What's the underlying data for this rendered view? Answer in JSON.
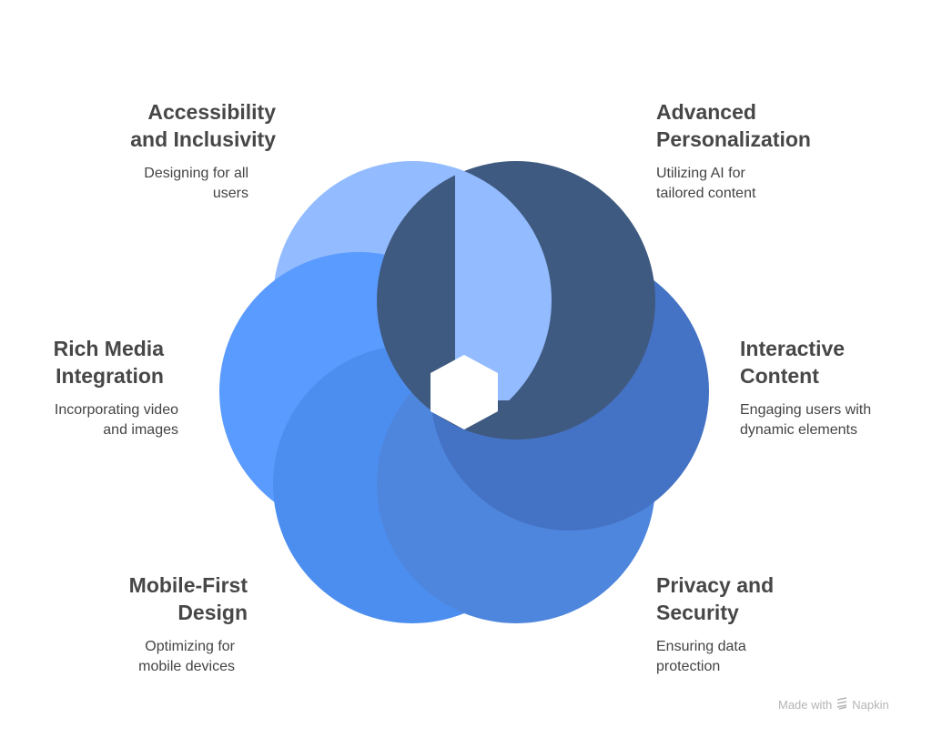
{
  "items": [
    {
      "title_line1": "Accessibility",
      "title_line2": "and Inclusivity",
      "desc_line1": "Designing for all",
      "desc_line2": "users",
      "color": "#93BBFF"
    },
    {
      "title_line1": "Advanced",
      "title_line2": "Personalization",
      "desc_line1": "Utilizing AI for",
      "desc_line2": "tailored content",
      "color": "#3F5A80"
    },
    {
      "title_line1": "Interactive",
      "title_line2": "Content",
      "desc_line1": "Engaging users with",
      "desc_line2": "dynamic elements",
      "color": "#4472C4"
    },
    {
      "title_line1": "Privacy and",
      "title_line2": "Security",
      "desc_line1": "Ensuring data",
      "desc_line2": "protection",
      "color": "#4F86DD"
    },
    {
      "title_line1": "Mobile-First",
      "title_line2": "Design",
      "desc_line1": "Optimizing for",
      "desc_line2": "mobile devices",
      "color": "#4C8EF0"
    },
    {
      "title_line1": "Rich Media",
      "title_line2": "Integration",
      "desc_line1": "Incorporating video",
      "desc_line2": "and images",
      "color": "#5A9BFF"
    }
  ],
  "footer": {
    "made_with": "Made with",
    "brand": "Napkin"
  }
}
